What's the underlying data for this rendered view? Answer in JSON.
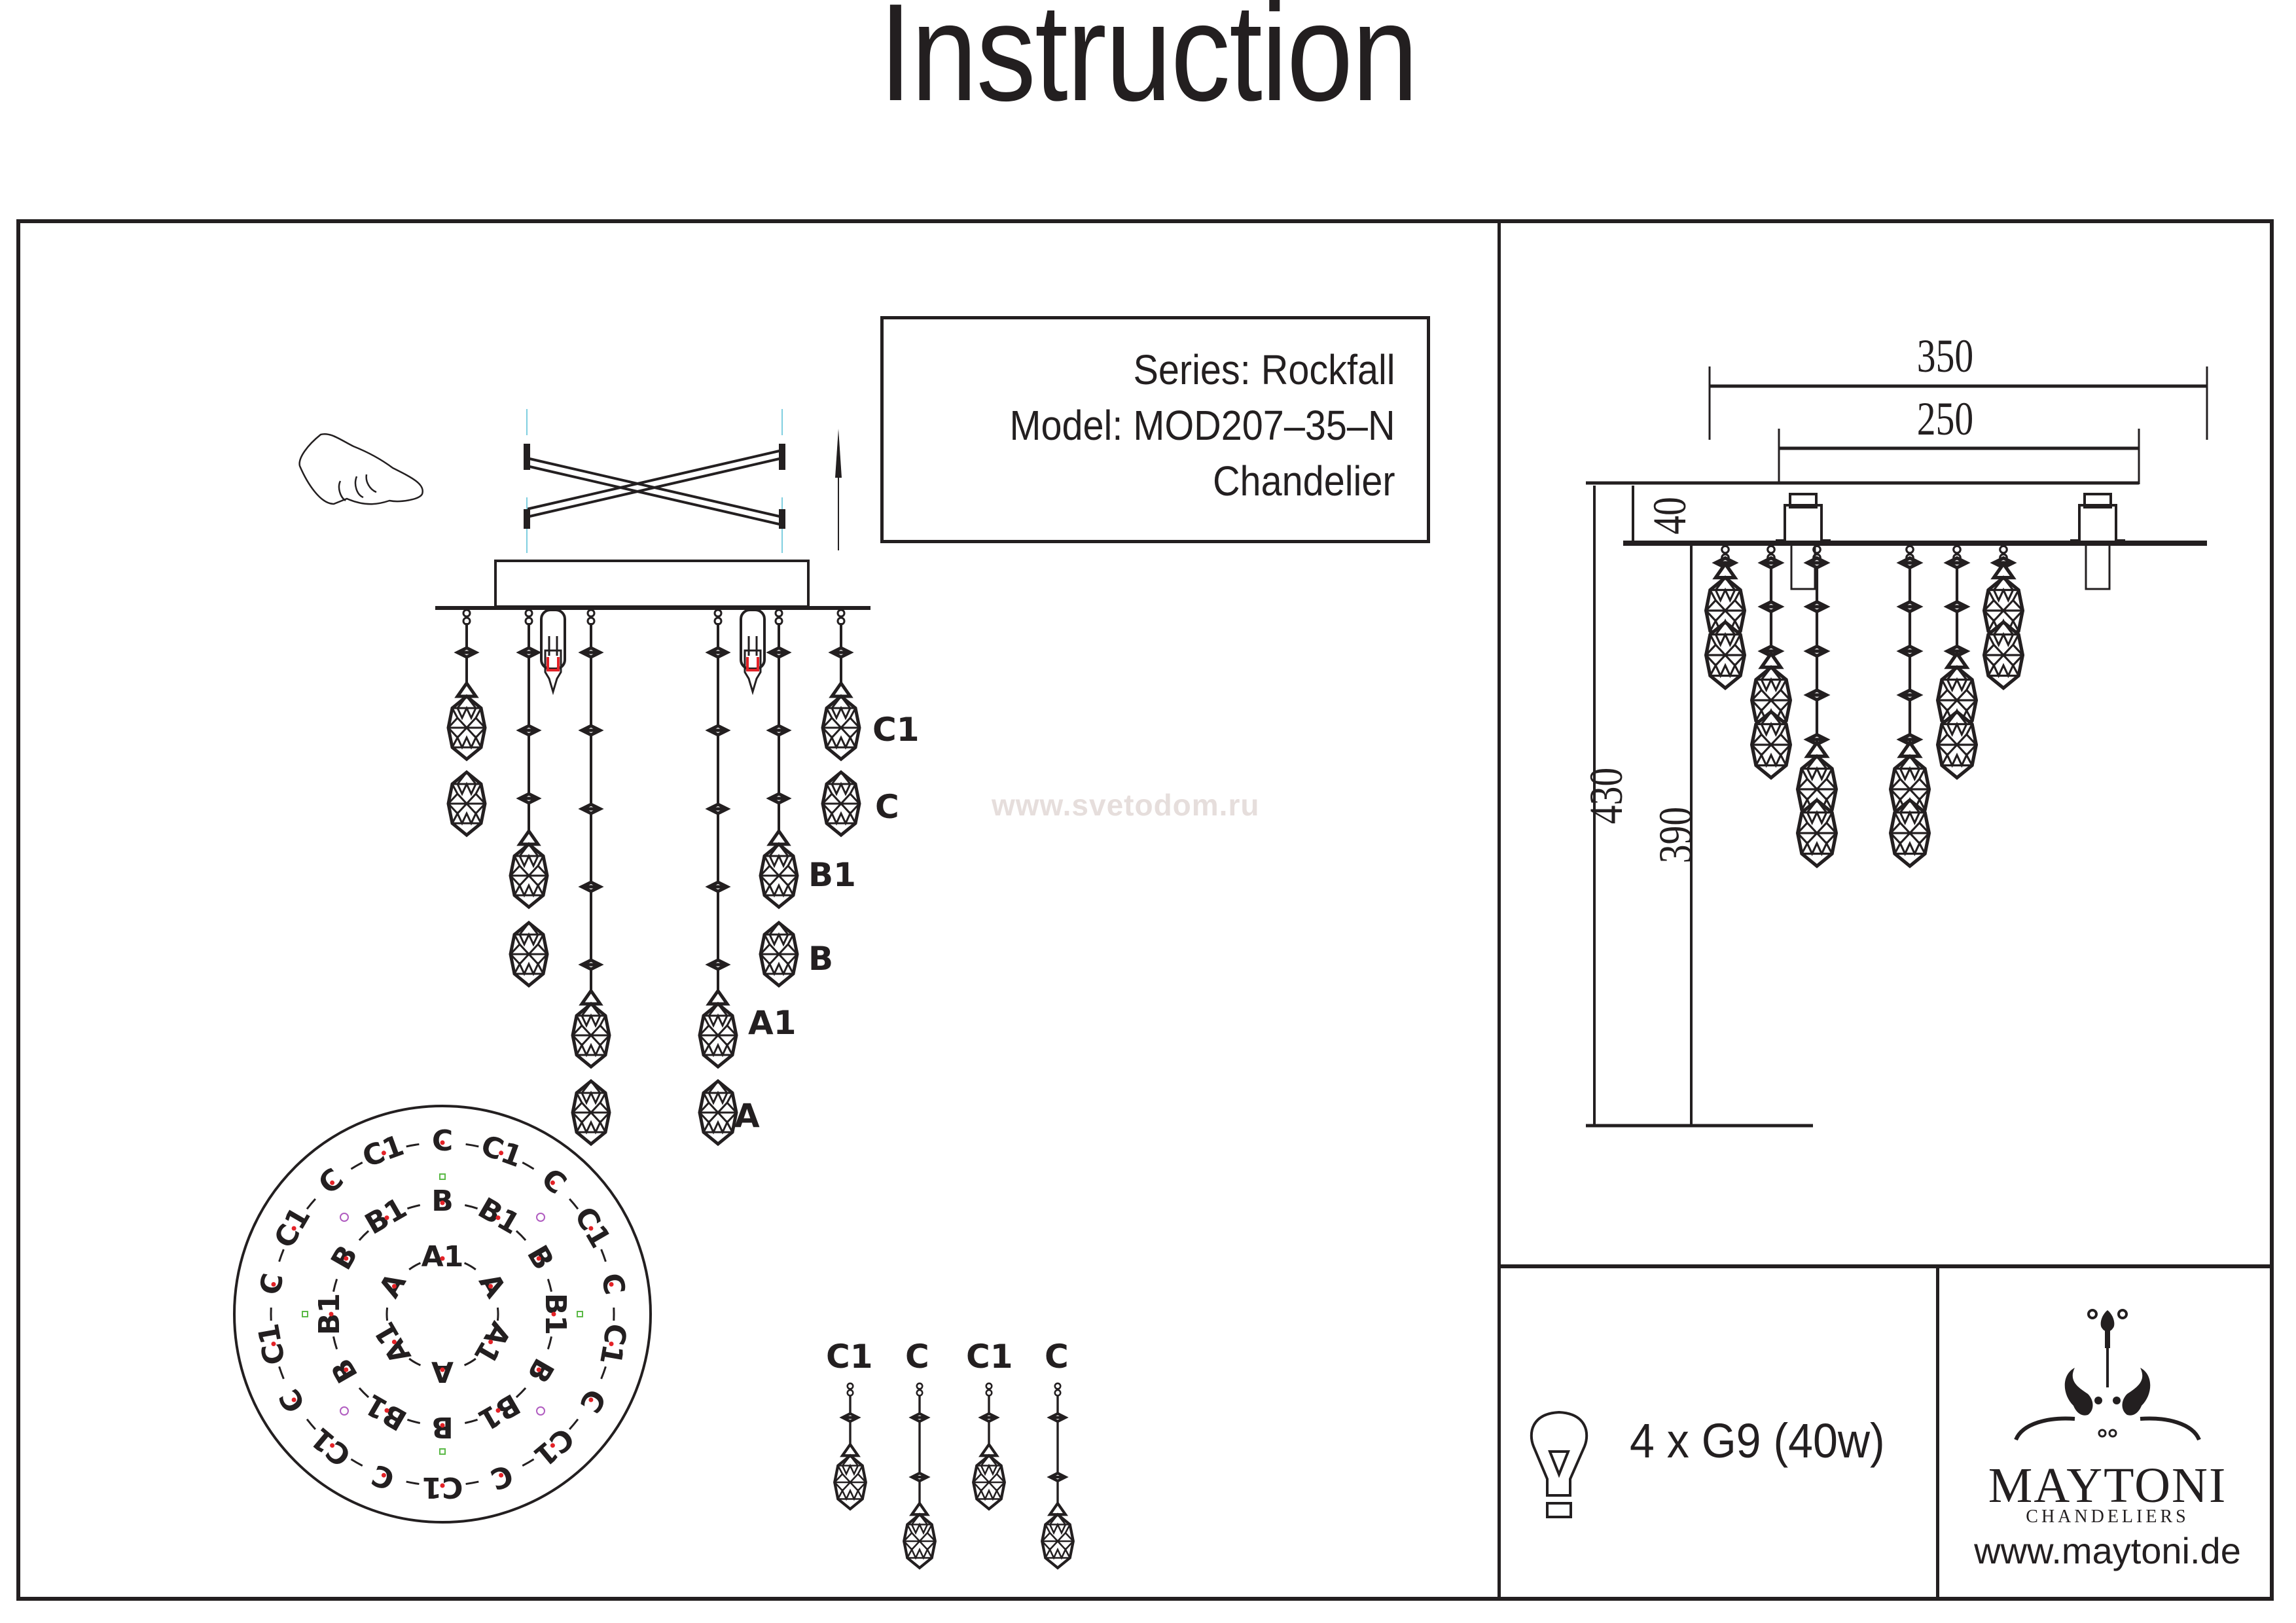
{
  "title": "Instruction",
  "info_box": {
    "series": "Series: Rockfall",
    "model": "Model: MOD207–35–N",
    "type": "Chandelier"
  },
  "watermark": "www.svetodom.ru",
  "front_view": {
    "labels": [
      "C1",
      "C",
      "B1",
      "B",
      "A1",
      "A"
    ]
  },
  "layout_diagram": {
    "outer_ring_labels": [
      "C",
      "C1",
      "C",
      "C1",
      "C",
      "C1",
      "C",
      "C1",
      "C",
      "C1",
      "C",
      "C1",
      "C",
      "C1",
      "C",
      "C1",
      "C",
      "C1"
    ],
    "middle_ring_labels": [
      "B",
      "B1",
      "B",
      "B1",
      "B",
      "B1",
      "B",
      "B1",
      "B",
      "B1",
      "B",
      "B1"
    ],
    "inner_ring_labels": [
      "A1",
      "A",
      "A1",
      "A",
      "A1",
      "A"
    ]
  },
  "pendant_detail": {
    "labels": [
      "C1",
      "C",
      "C1",
      "C"
    ]
  },
  "dimensions": {
    "overall_width": "350",
    "mount_width": "250",
    "canopy_height": "40",
    "total_height": "430",
    "drop_height": "390"
  },
  "bulb": {
    "icon": "light-bulb-icon",
    "spec": "4 x G9 (40w)"
  },
  "brand": {
    "logo_icon": "maytoni-ornament-icon",
    "name": "MAYTONI",
    "subtitle": "CHANDELIERS",
    "url": "www.maytoni.de"
  },
  "colors": {
    "ink": "#231f20",
    "accent_red": "#e32227",
    "guide_cyan": "#7fcfe0",
    "watermark": "#e6dedc",
    "marker_green": "#5bb947",
    "marker_purple": "#b05cc0"
  }
}
